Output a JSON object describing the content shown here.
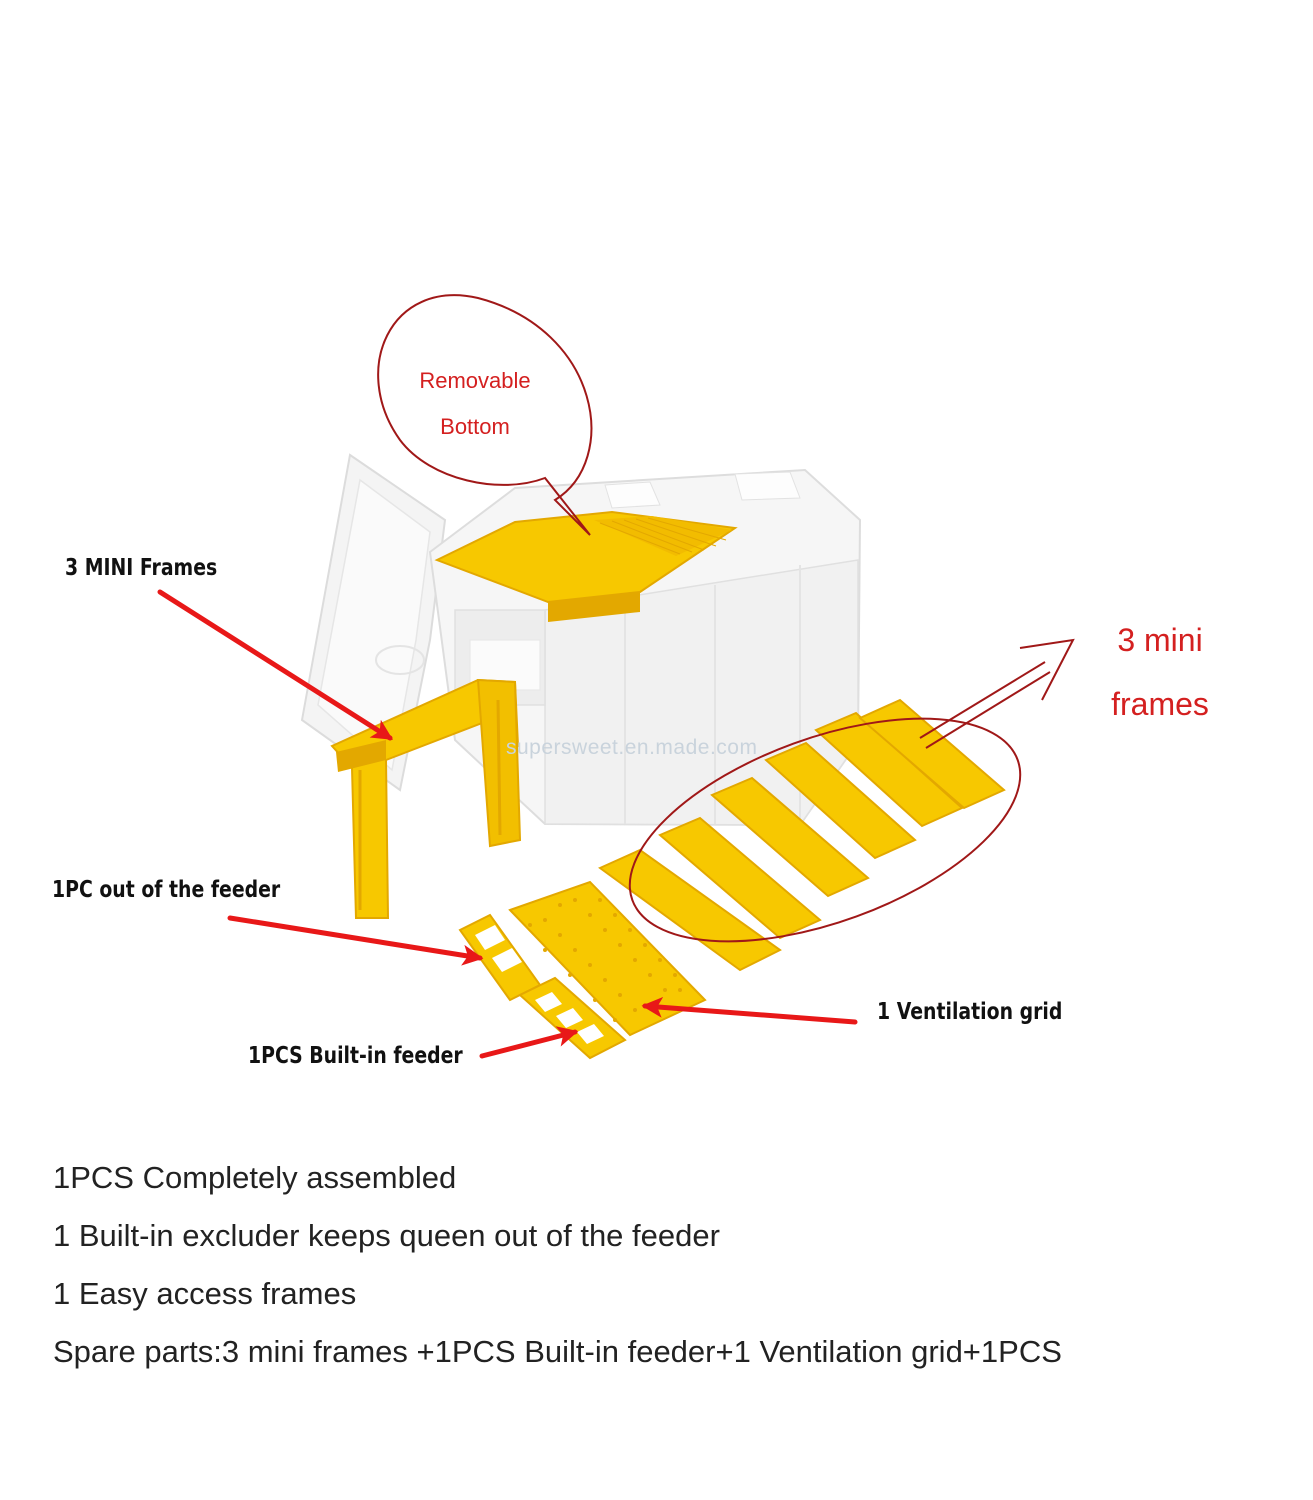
{
  "callouts": {
    "removable_bottom_line1": "Removable",
    "removable_bottom_line2": "Bottom",
    "three_mini_frames_bold": "3 MINI Frames",
    "three_mini_line1": "3 mini",
    "three_mini_line2": "frames",
    "out_of_feeder": "1PC out of the feeder",
    "ventilation_grid": "1  Ventilation grid",
    "built_in_feeder": "1PCS Built-in feeder"
  },
  "watermark": "supersweet.en.made.com",
  "description": [
    "1PCS Completely assembled",
    "1 Built-in excluder keeps queen out of the feeder",
    "1 Easy access frames",
    "Spare parts:3 mini frames +1PCS Built-in feeder+1 Ventilation grid+1PCS"
  ],
  "colors": {
    "frame_yellow": "#f7c800",
    "frame_shadow": "#e3a800",
    "arrow_red": "#e81818",
    "outline_red": "#a01818",
    "label_red": "#d42020",
    "foam_white": "#f6f6f6"
  }
}
